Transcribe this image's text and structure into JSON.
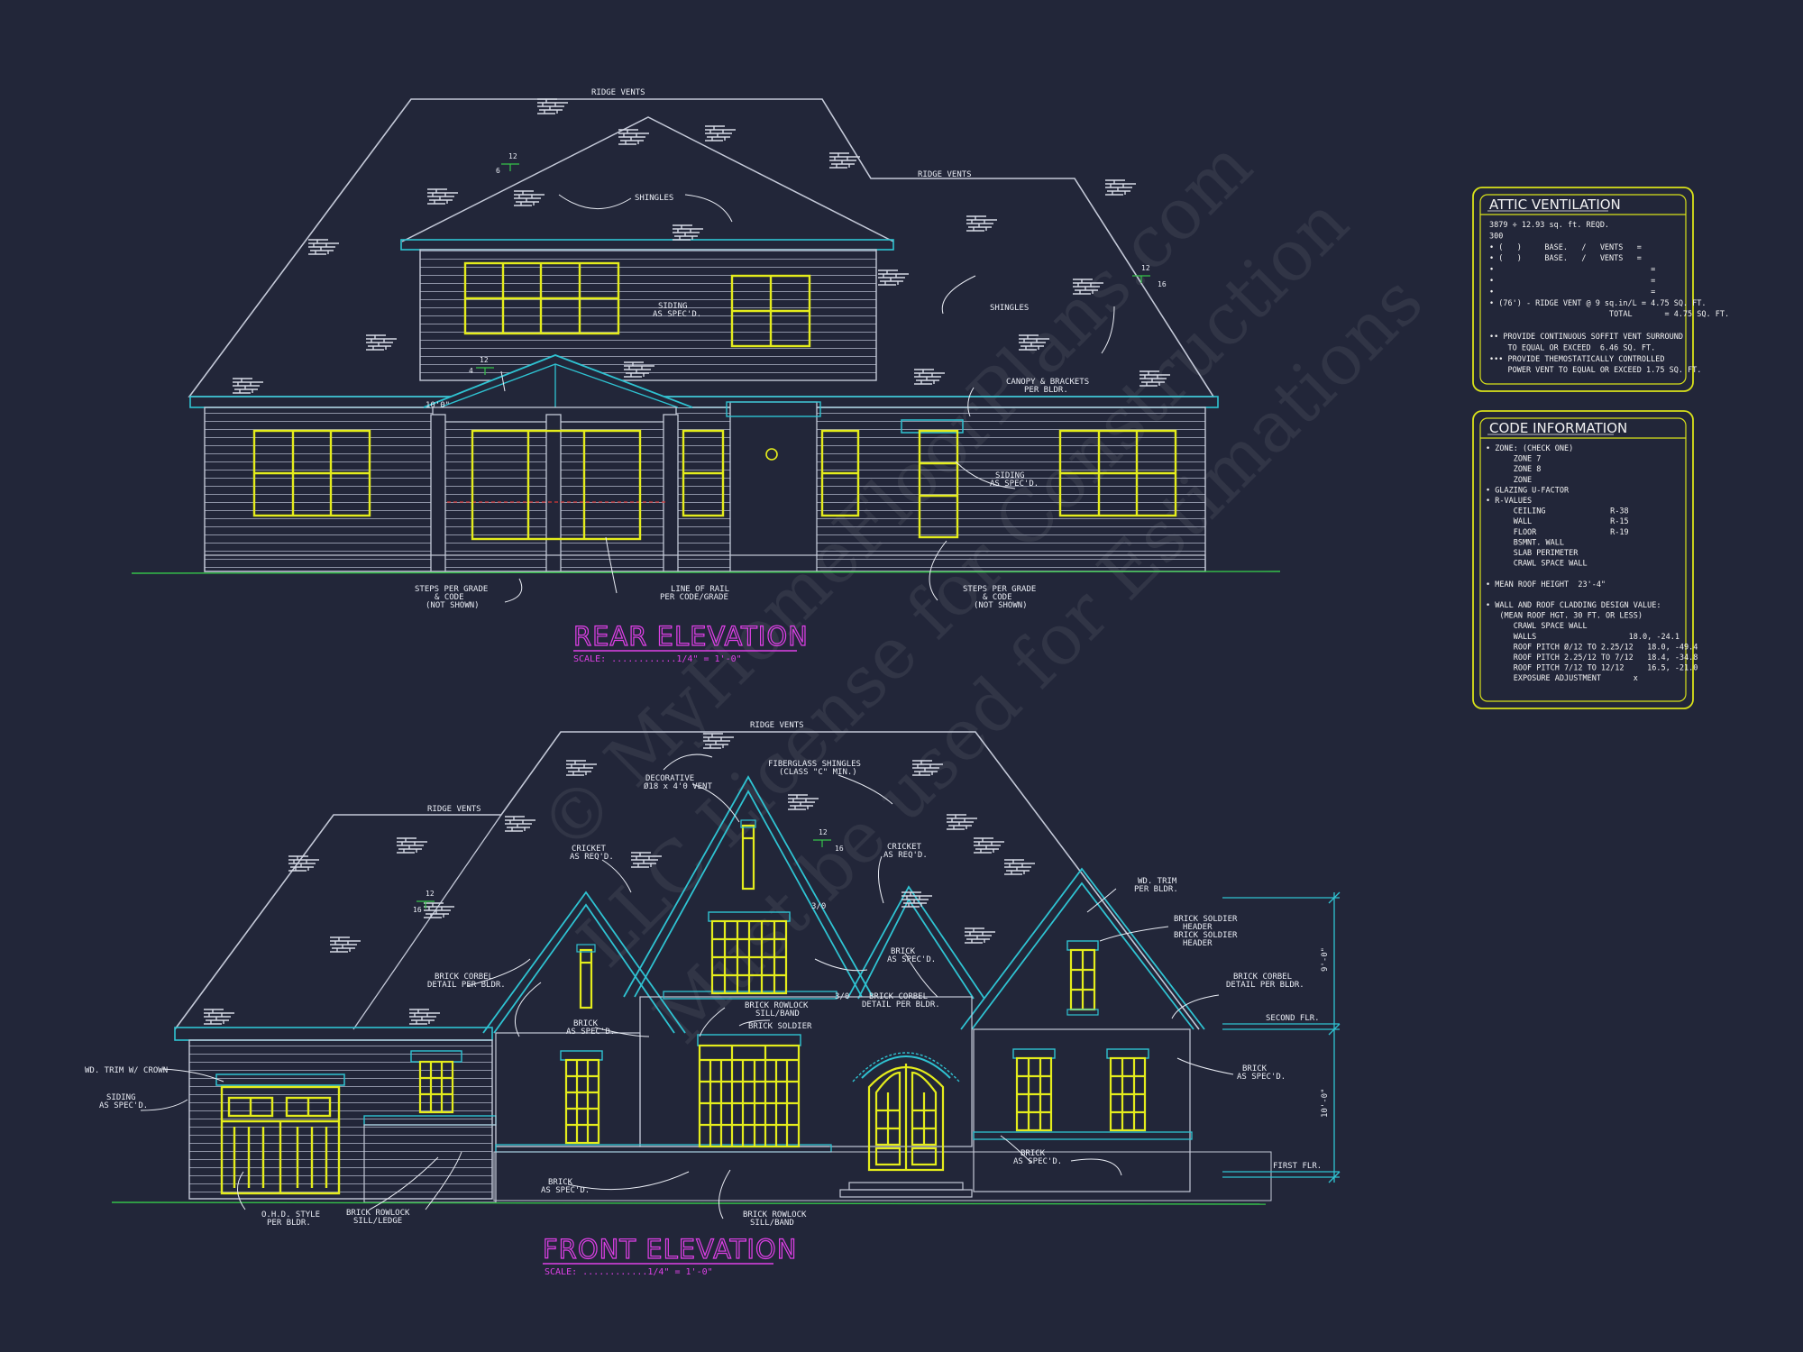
{
  "rear": {
    "title": "REAR ELEVATION",
    "scale": "SCALE: ............1/4\" = 1'-0\"",
    "notes": {
      "ridge_vents_1": "RIDGE VENTS",
      "ridge_vents_2": "RIDGE VENTS",
      "shingles_1": "SHINGLES",
      "shingles_2": "SHINGLES",
      "siding_1a": "SIDING",
      "siding_1b": "AS SPEC'D.",
      "siding_2a": "SIDING",
      "siding_2b": "AS SPEC'D.",
      "canopy_a": "CANOPY & BRACKETS",
      "canopy_b": "PER BLDR.",
      "steps1_a": "STEPS PER GRADE",
      "steps1_b": "& CODE",
      "steps1_c": "(NOT SHOWN)",
      "rail_a": "LINE OF RAIL",
      "rail_b": "PER CODE/GRADE",
      "steps2_a": "STEPS PER GRADE",
      "steps2_b": "& CODE",
      "steps2_c": "(NOT SHOWN)",
      "plate": "10'0\"",
      "pitch1_a": "12",
      "pitch1_b": "6",
      "pitch2_a": "12",
      "pitch2_b": "16",
      "pitch3_a": "12",
      "pitch3_b": "4"
    }
  },
  "front": {
    "title": "FRONT ELEVATION",
    "scale": "SCALE: ............1/4\" = 1'-0\"",
    "notes": {
      "ridge_vents_1": "RIDGE VENTS",
      "ridge_vents_2": "RIDGE VENTS",
      "fiberglass_a": "FIBERGLASS SHINGLES",
      "fiberglass_b": "(CLASS \"C\" MIN.)",
      "decorative_a": "DECORATIVE",
      "decorative_b": "Ø18 x 4'0 VENT",
      "cricket1_a": "CRICKET",
      "cricket1_b": "AS REQ'D.",
      "cricket2_a": "CRICKET",
      "cricket2_b": "AS REQ'D.",
      "wd_trim_a": "WD. TRIM",
      "wd_trim_b": "PER BLDR.",
      "soldier_a": "BRICK SOLDIER",
      "soldier_b": "HEADER",
      "soldier_c": "BRICK SOLDIER",
      "soldier_d": "HEADER",
      "corbel1_a": "BRICK CORBEL",
      "corbel1_b": "DETAIL PER BLDR.",
      "corbel2_a": "BRICK CORBEL",
      "corbel2_b": "DETAIL PER BLDR.",
      "corbel3_a": "BRICK CORBEL",
      "corbel3_b": "DETAIL PER BLDR.",
      "brick1_a": "BRICK",
      "brick1_b": "AS SPEC'D.",
      "brick2_a": "BRICK",
      "brick2_b": "AS SPEC'D.",
      "brick3_a": "BRICK",
      "brick3_b": "AS SPEC'D.",
      "brick4_a": "BRICK",
      "brick4_b": "AS SPEC'D.",
      "brick5_a": "BRICK",
      "brick5_b": "AS SPEC'D.",
      "rowlock1_a": "BRICK ROWLOCK",
      "rowlock1_b": "SILL/BAND",
      "rowlock2_a": "BRICK ROWLOCK",
      "rowlock2_b": "SILL/LEDGE",
      "rowlock3_a": "BRICK ROWLOCK",
      "rowlock3_b": "SILL/BAND",
      "brick_soldier": "BRICK SOLDIER",
      "wd_trim_crown": "WD. TRIM W/ CROWN",
      "siding_a": "SIDING",
      "siding_b": "AS SPEC'D.",
      "ohd_a": "O.H.D. STYLE",
      "ohd_b": "PER BLDR.",
      "second_flr": "SECOND FLR.",
      "first_flr": "FIRST FLR.",
      "dim_upper": "9'-0\"",
      "dim_lower": "10'-0\"",
      "dim_310a": "3/0",
      "dim_310b": "3/0",
      "pitch1_a": "12",
      "pitch1_b": "16",
      "pitch2_a": "12",
      "pitch2_b": "16"
    }
  },
  "attic": {
    "title": "ATTIC VENTILATION",
    "lines": [
      "3879 ÷ 12.93 sq. ft. REQD.",
      "300",
      "• (   )     BASE.   /   VENTS   =",
      "• (   )     BASE.   /   VENTS   =",
      "•                                  =",
      "•                                  =",
      "•                                  =",
      "• (76') - RIDGE VENT @ 9 sq.in/L = 4.75 SQ. FT.",
      "                          TOTAL       = 4.75 SQ. FT.",
      "",
      "•• PROVIDE CONTINUOUS SOFFIT VENT SURROUND",
      "    TO EQUAL OR EXCEED  6.46 SQ. FT.",
      "••• PROVIDE THEMOSTATICALLY CONTROLLED",
      "    POWER VENT TO EQUAL OR EXCEED 1.75 SQ. FT."
    ]
  },
  "code": {
    "title": "CODE INFORMATION",
    "lines": [
      "• ZONE: (CHECK ONE)",
      "      ZONE 7",
      "      ZONE 8",
      "      ZONE",
      "• GLAZING U-FACTOR",
      "• R-VALUES",
      "      CEILING              R-38",
      "      WALL                 R-15",
      "      FLOOR                R-19",
      "      BSMNT. WALL",
      "      SLAB PERIMETER",
      "      CRAWL SPACE WALL",
      "",
      "• MEAN ROOF HEIGHT  23'-4\"",
      "",
      "• WALL AND ROOF CLADDING DESIGN VALUE:",
      "   (MEAN ROOF HGT. 30 FT. OR LESS)",
      "      CRAWL SPACE WALL",
      "      WALLS                    18.0, -24.1",
      "      ROOF PITCH Ø/12 TO 2.25/12   18.0, -49.4",
      "      ROOF PITCH 2.25/12 TO 7/12   18.4, -34.8",
      "      ROOF PITCH 7/12 TO 12/12     16.5, -21.0",
      "      EXPOSURE ADJUSTMENT       x"
    ]
  },
  "watermark": {
    "line1": "© MyHomeFloorPlans.com",
    "line2": "LLC License for Construction",
    "line3": "Must be used for Estimations"
  },
  "colors": {
    "background": "#222639",
    "line": "#c4c9d8",
    "trim": "#2fc3d2",
    "window": "#e4ec1c",
    "title": "#e040e8",
    "box": "#d9e21a",
    "grade": "#35c24a"
  }
}
